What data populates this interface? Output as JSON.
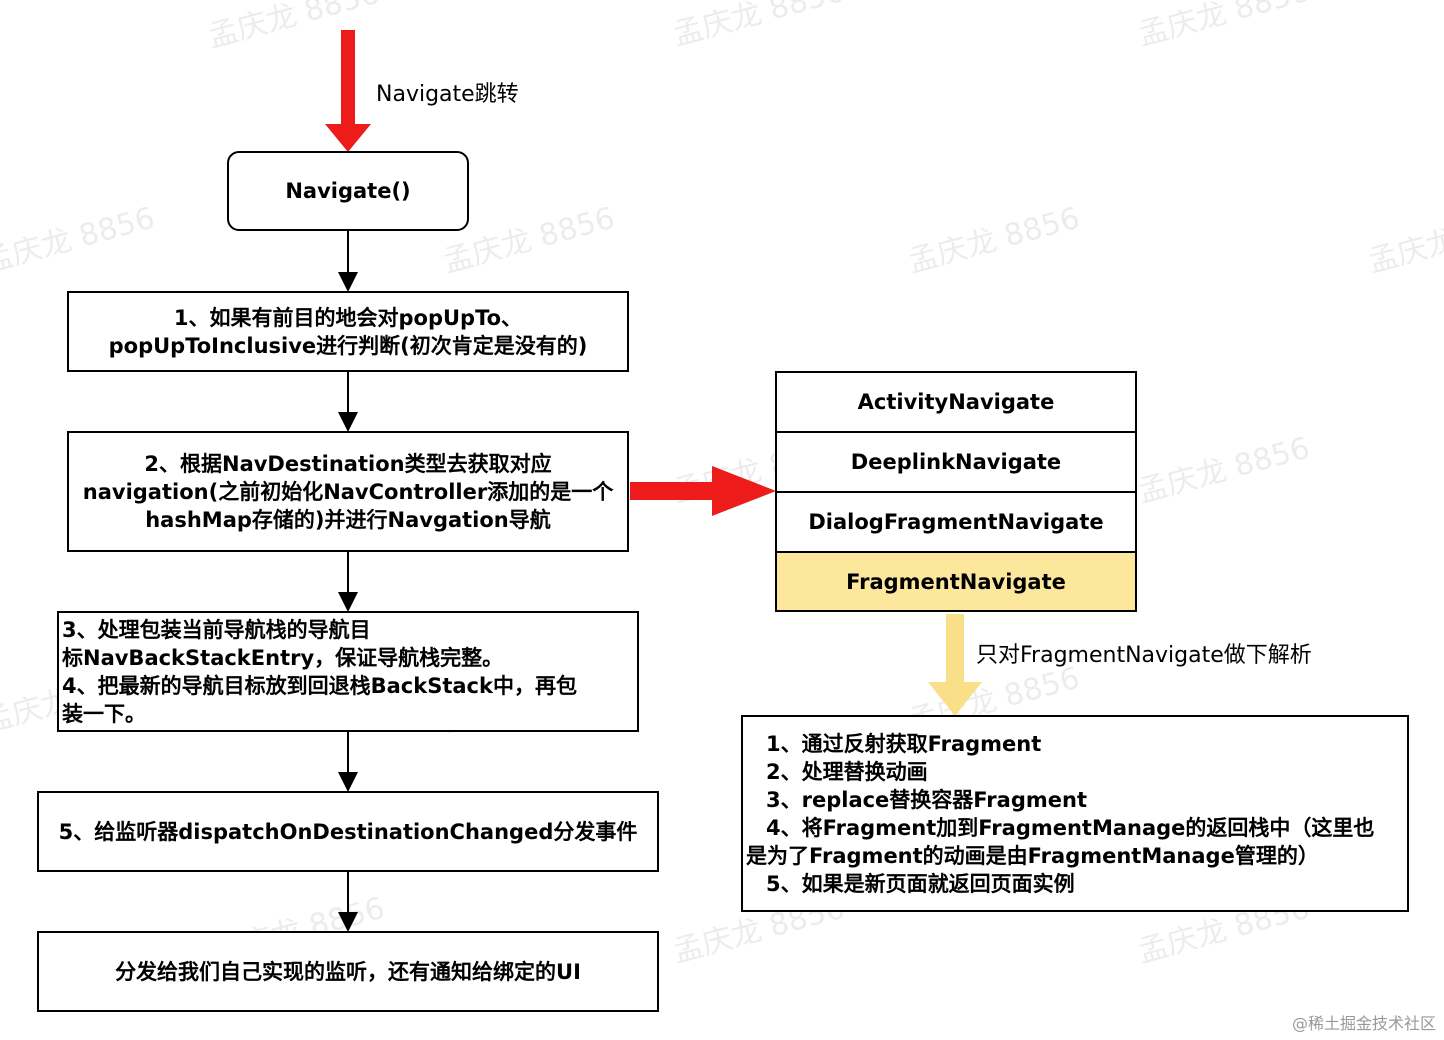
{
  "top_label": "Navigate跳转",
  "navigate_box": "Navigate()",
  "step1": [
    "1、如果有前目的地会对popUpTo、",
    "popUpToInclusive进行判断(初次肯定是没有的)"
  ],
  "step2": [
    "2、根据NavDestination类型去获取对应",
    "navigation(之前初始化NavController添加的是一个",
    "hashMap存储的)并进行Navgation导航"
  ],
  "step34": [
    "3、处理包装当前导航栈的导航目",
    "标NavBackStackEntry，保证导航栈完整。",
    "4、把最新的导航目标放到回退栈BackStack中，再包",
    "装一下。"
  ],
  "step5": "5、给监听器dispatchOnDestinationChanged分发事件",
  "step6": "分发给我们自己实现的监听，还有通知给绑定的UI",
  "navigators": [
    "ActivityNavigate",
    "DeeplinkNavigate",
    "DialogFragmentNavigate",
    "FragmentNavigate"
  ],
  "fragment_label": "只对FragmentNavigate做下解析",
  "fragment_steps": [
    "1、通过反射获取Fragment",
    "2、处理替换动画",
    "3、replace替换容器Fragment",
    "4、将Fragment加到FragmentManage的返回栈中（这里也",
    "是为了Fragment的动画是由FragmentManage管理的）",
    "5、如果是新页面就返回页面实例"
  ],
  "watermark": "孟庆龙 8856",
  "credit": "@稀土掘金技术社区",
  "colors": {
    "red_arrow": "#ee1b1b",
    "yellow_arrow": "#f9e088",
    "highlight_fill": "#fce79d",
    "highlight_border": "#d9b800"
  }
}
